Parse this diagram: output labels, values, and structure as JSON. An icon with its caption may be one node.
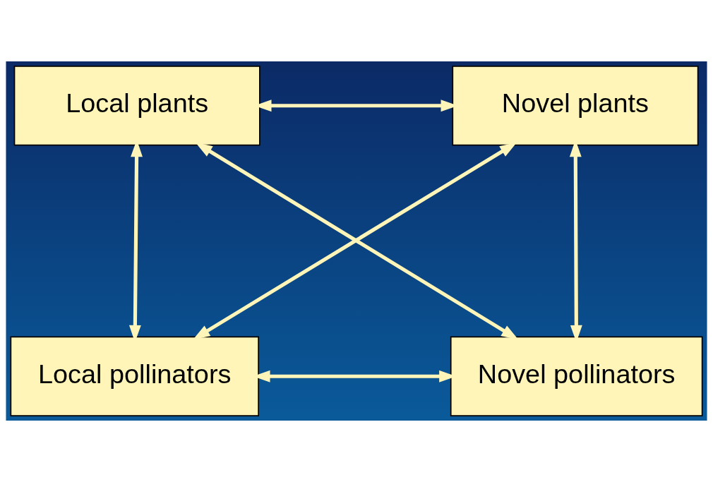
{
  "diagram": {
    "nodes": [
      {
        "text": [
          "Local plants"
        ]
      },
      {
        "text": [
          "Novel plants"
        ]
      },
      {
        "text": [
          "Local pollinators"
        ]
      },
      {
        "text": [
          "Novel pollinators"
        ]
      }
    ],
    "edges": [
      {
        "from": 0,
        "to": 1,
        "arrow": "both"
      },
      {
        "from": 0,
        "to": 2,
        "arrow": "both"
      },
      {
        "from": 1,
        "to": 3,
        "arrow": "both"
      },
      {
        "from": 0,
        "to": 3,
        "arrow": "both"
      },
      {
        "from": 1,
        "to": 2,
        "arrow": "both"
      },
      {
        "from": 2,
        "to": 3,
        "arrow": "both"
      }
    ]
  }
}
